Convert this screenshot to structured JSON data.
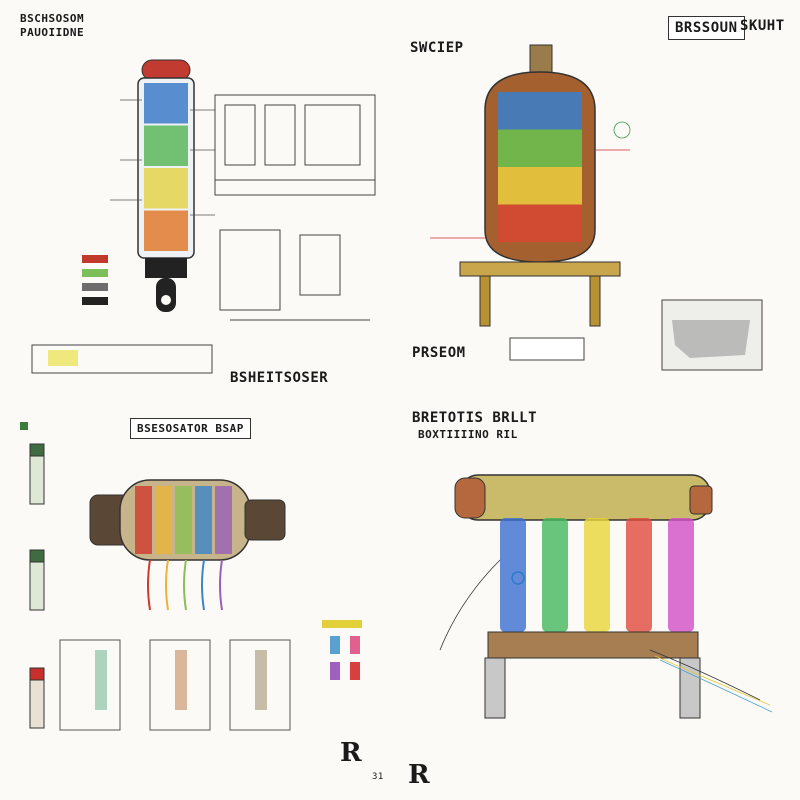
{
  "panels": [
    {
      "id": "top-left",
      "title_lines": [
        "BSCHSOSOM",
        "PAUOIIDNE"
      ],
      "footer_label": "BSHEITSOSER",
      "palette": [
        "#3d7cc9",
        "#5cb85c",
        "#e3d34a",
        "#e07a2e"
      ],
      "swatches": [
        "#c0392b",
        "#7cbf5a",
        "#6d6d6d",
        "#222222"
      ]
    },
    {
      "id": "top-right",
      "title_lines": [
        "SWCIEP"
      ],
      "header_box_label": "BRSSOUN",
      "header_right_label": "SKUHT",
      "footer_label": "PRSEOM",
      "palette": [
        "#3e7ec4",
        "#6cbf4f",
        "#e9c93f",
        "#d64833"
      ]
    },
    {
      "id": "bottom-left",
      "title_lines": [
        "BSESOSATOR BSAP"
      ],
      "monogram": "R",
      "corner_mark": "31",
      "palette": [
        "#d03a2c",
        "#e9b43a",
        "#8abf52",
        "#3a86c8",
        "#9a5fb8"
      ]
    },
    {
      "id": "bottom-right",
      "title_lines": [
        "BRETOTIS BRLLT",
        "BOXTIIIINO RIL"
      ],
      "monogram": "R",
      "palette": [
        "#3b6fd1",
        "#44b85c",
        "#e8d63a",
        "#e14a3c",
        "#d24fc8"
      ]
    }
  ]
}
